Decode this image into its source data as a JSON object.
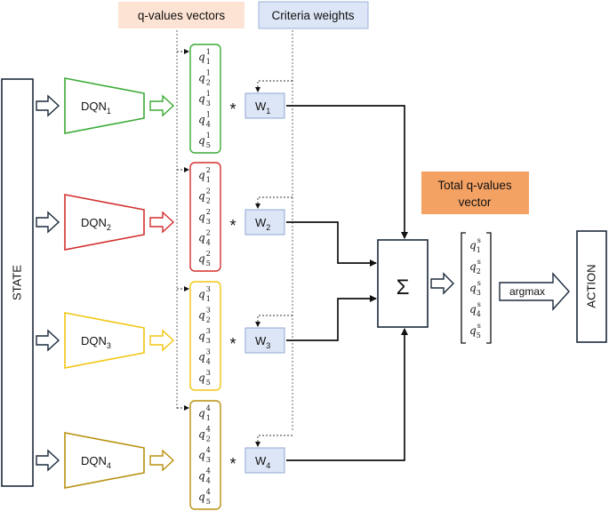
{
  "labels": {
    "q_values_vectors": "q-values vectors",
    "criteria_weights": "Criteria weights",
    "total_q_values_line1": "Total q-values",
    "total_q_values_line2": "vector",
    "state": "STATE",
    "action": "ACTION",
    "argmax": "argmax",
    "sum_symbol": "Σ",
    "multiply": "*"
  },
  "rows": [
    {
      "dqn": "DQN",
      "dqn_sub": "1",
      "weight": "W",
      "weight_sub": "1",
      "sup": "1",
      "color": "#3aaa35"
    },
    {
      "dqn": "DQN",
      "dqn_sub": "2",
      "weight": "W",
      "weight_sub": "2",
      "sup": "2",
      "color": "#d32f2f"
    },
    {
      "dqn": "DQN",
      "dqn_sub": "3",
      "weight": "W",
      "weight_sub": "3",
      "sup": "3",
      "color": "#f2c511"
    },
    {
      "dqn": "DQN",
      "dqn_sub": "4",
      "weight": "W",
      "weight_sub": "4",
      "sup": "4",
      "color": "#b8900e"
    }
  ],
  "q_symbol": "q",
  "q_indices": [
    "1",
    "2",
    "3",
    "4",
    "5"
  ],
  "total_sup": "s",
  "colors": {
    "q_values_header_bg": "#fde3d3",
    "criteria_header_bg": "#dde6f6",
    "criteria_header_border": "#9fb3d9",
    "weight_box_bg": "#dde6f6",
    "weight_box_border": "#8fa7d4",
    "total_label_bg": "#f4a264",
    "outline_dark": "#1c2a3c"
  }
}
